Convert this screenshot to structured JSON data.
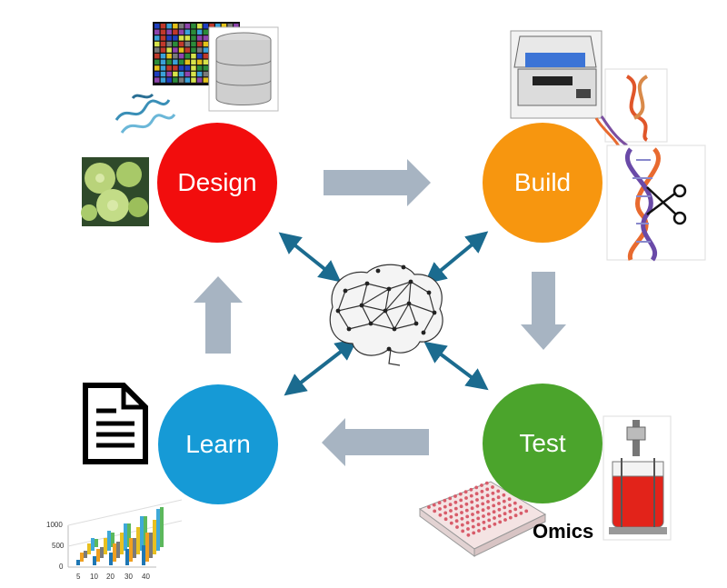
{
  "stages": {
    "design": {
      "label": "Design",
      "color": "#f20d0d"
    },
    "build": {
      "label": "Build",
      "color": "#f7960f"
    },
    "test": {
      "label": "Test",
      "color": "#4ba42c"
    },
    "learn": {
      "label": "Learn",
      "color": "#169ad6"
    }
  },
  "omics_label": "Omics",
  "arrow_colors": {
    "cycle": "#a7b4c2",
    "bidirectional": "#1b6b8f"
  },
  "chart_icon": {
    "y_ticks": [
      "1000",
      "500",
      "0"
    ],
    "x_ticks": [
      "5",
      "10",
      "20",
      "30",
      "40"
    ]
  }
}
